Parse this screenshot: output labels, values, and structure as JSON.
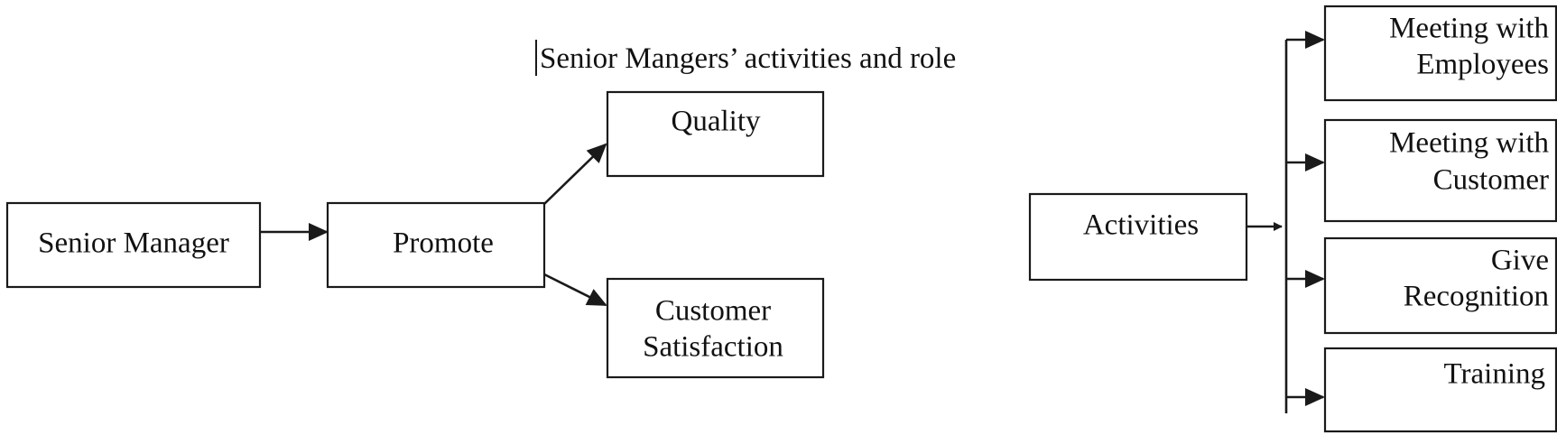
{
  "title": "Senior Mangers’ activities and role",
  "nodes": {
    "senior_manager": "Senior Manager",
    "promote": "Promote",
    "quality": "Quality",
    "customer_satisfaction": [
      "Customer",
      "Satisfaction"
    ],
    "activities": "Activities",
    "meeting_employees": [
      "Meeting with",
      "Employees"
    ],
    "meeting_customer": [
      "Meeting with",
      "Customer"
    ],
    "give_recognition": [
      "Give",
      "Recognition"
    ],
    "training": "Training"
  },
  "edges": [
    {
      "from": "Senior Manager",
      "to": "Promote"
    },
    {
      "from": "Promote",
      "to": "Quality"
    },
    {
      "from": "Promote",
      "to": "Customer Satisfaction"
    },
    {
      "from": "Activities",
      "to": "Meeting with Employees"
    },
    {
      "from": "Activities",
      "to": "Meeting with Customer"
    },
    {
      "from": "Activities",
      "to": "Give Recognition"
    },
    {
      "from": "Activities",
      "to": "Training"
    }
  ],
  "colors": {
    "stroke": "#1a1a1a",
    "text": "#111111",
    "background": "#ffffff"
  }
}
